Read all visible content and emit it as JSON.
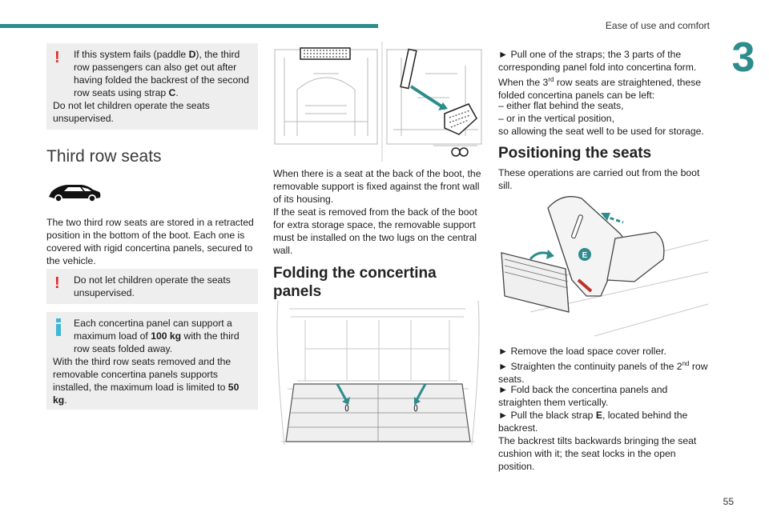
{
  "header": {
    "section_title": "Ease of use and comfort",
    "chapter_number": "3",
    "page_number": "55"
  },
  "col1": {
    "warning1": {
      "line_a": "If this system fails (paddle ",
      "line_a_bold": "D",
      "line_b": "), the third row passengers can also get out after having folded the backrest of the second row seats using strap ",
      "line_b_bold": "C",
      "line_c": ".",
      "line_d": "Do not let children operate the seats unsupervised."
    },
    "heading": "Third row seats",
    "intro": "The two third row seats are stored in a retracted position in the bottom of the boot. Each one is covered with rigid concertina panels, secured to the vehicle.",
    "warning2": "Do not let children operate the seats unsupervised.",
    "info": {
      "a": "Each concertina panel can support a maximum load of ",
      "a_bold": "100 kg",
      "b": " with the third row seats folded away.",
      "c": "With the third row seats removed and the removable concertina panels supports installed, the maximum load is limited to ",
      "c_bold": "50 kg",
      "d": "."
    }
  },
  "col2": {
    "para1": "When there is a seat at the back of the boot, the removable support is fixed against the front wall of its housing.",
    "para2": "If the seat is removed from the back of the boot for extra storage space, the removable support must be installed on the two lugs on the central wall.",
    "heading": "Folding the concertina panels"
  },
  "col3": {
    "p1": "► Pull one of the straps; the 3 parts of the corresponding panel fold into concertina form.",
    "p2a": "When the 3",
    "p2sup": "rd",
    "p2b": " row seats are straightened, these folded concertina panels can be left:",
    "p3": "– either flat behind the seats,",
    "p4": "– or in the vertical position,",
    "p5": "so allowing the seat well to be used for storage.",
    "heading": "Positioning the seats",
    "p6": "These operations are carried out from the boot sill.",
    "label_e": "E",
    "s1": "► Remove the load space cover roller.",
    "s2a": "► Straighten the continuity panels of the 2",
    "s2sup": "nd",
    "s2b": " row seats.",
    "s3": "► Fold back the concertina panels and straighten them vertically.",
    "s4a": "► Pull the black strap ",
    "s4bold": "E",
    "s4b": ", located behind the backrest.",
    "s5": "The backrest tilts backwards bringing the seat cushion with it; the seat locks in the open position."
  },
  "colors": {
    "accent": "#2e8c8c",
    "warning": "#e02828",
    "info": "#3fb8d8",
    "box": "#eeeeee"
  },
  "icons": [
    "warning-exclamation-icon",
    "info-i-icon",
    "car-silhouette-icon"
  ]
}
